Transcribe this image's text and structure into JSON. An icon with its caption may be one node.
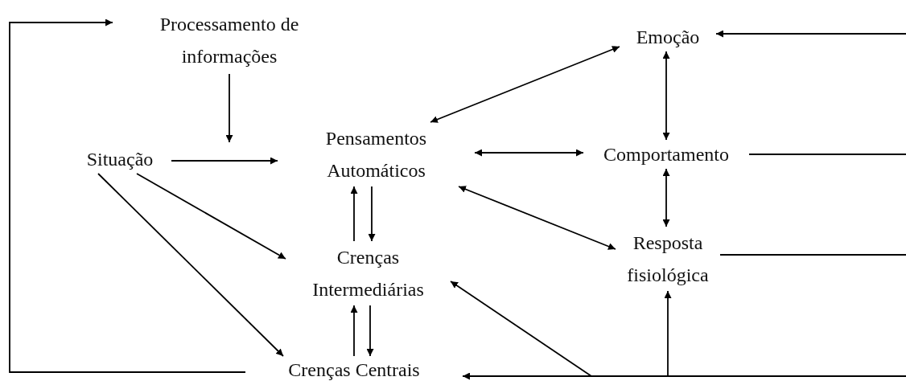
{
  "diagram": {
    "nodes": [
      {
        "text": [
          "Processamento de informações"
        ]
      },
      {
        "text": [
          "Situação"
        ]
      },
      {
        "text": [
          "Pensamentos Automáticos"
        ]
      },
      {
        "text": [
          "Crenças Intermediárias"
        ]
      },
      {
        "text": [
          "Crenças Centrais"
        ]
      },
      {
        "text": [
          "Emoção"
        ]
      },
      {
        "text": [
          "Comportamento"
        ]
      },
      {
        "text": [
          "Resposta fisiológica"
        ]
      }
    ],
    "edges": [
      {
        "from": 4,
        "to": 0,
        "arrow": "to"
      },
      {
        "from": 0,
        "to": null,
        "arrow": "to"
      },
      {
        "from": 1,
        "to": 2,
        "arrow": "to"
      },
      {
        "from": 1,
        "to": 3,
        "arrow": "to"
      },
      {
        "from": 1,
        "to": 4,
        "arrow": "to"
      },
      {
        "from": 2,
        "to": 5,
        "arrow": "both"
      },
      {
        "from": 2,
        "to": 6,
        "arrow": "both"
      },
      {
        "from": 2,
        "to": 7,
        "arrow": "both"
      },
      {
        "from": 5,
        "to": 6,
        "arrow": "both"
      },
      {
        "from": 6,
        "to": 7,
        "arrow": "both"
      },
      {
        "from": 3,
        "to": 2,
        "arrow": "to"
      },
      {
        "from": 2,
        "to": 3,
        "arrow": "to"
      },
      {
        "from": 4,
        "to": 3,
        "arrow": "to"
      },
      {
        "from": 3,
        "to": 4,
        "arrow": "to"
      },
      {
        "from": 6,
        "to": null,
        "arrow": "none"
      },
      {
        "from": 7,
        "to": null,
        "arrow": "none"
      },
      {
        "from": null,
        "to": 5,
        "arrow": "to"
      },
      {
        "from": null,
        "to": 4,
        "arrow": "to"
      },
      {
        "from": null,
        "to": 7,
        "arrow": "to"
      },
      {
        "from": null,
        "to": 3,
        "arrow": "to"
      }
    ]
  }
}
